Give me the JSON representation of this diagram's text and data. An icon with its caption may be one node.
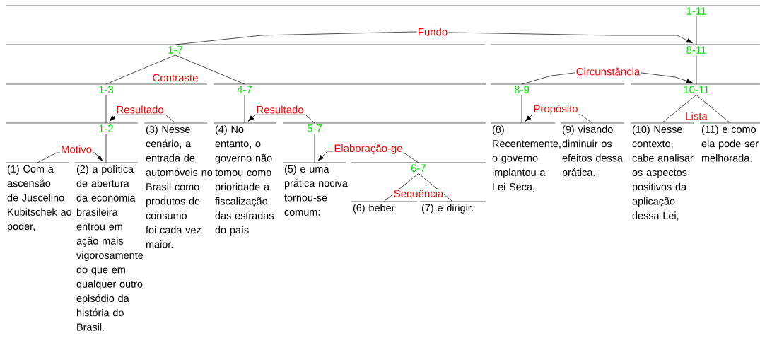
{
  "diagram": {
    "nodes": [
      {
        "text": [
          "1-11"
        ]
      },
      {
        "text": [
          "1-7"
        ]
      },
      {
        "text": [
          "8-11"
        ]
      },
      {
        "text": [
          "1-3"
        ]
      },
      {
        "text": [
          "4-7"
        ]
      },
      {
        "text": [
          "8-9"
        ]
      },
      {
        "text": [
          "10-11"
        ]
      },
      {
        "text": [
          "1-2"
        ]
      },
      {
        "text": [
          "(3) Nesse cenário, a entrada de automóveis no Brasil como produtos de consumo foi cada vez maior."
        ]
      },
      {
        "text": [
          "(4) No entanto, o governo não tomou como prioridade a fiscalização das estradas do país"
        ]
      },
      {
        "text": [
          "5-7"
        ]
      },
      {
        "text": [
          "(8) Recentemente, o governo implantou a Lei Seca,"
        ]
      },
      {
        "text": [
          "(9) visando diminuir os efeitos dessa prática."
        ]
      },
      {
        "text": [
          "(10) Nesse contexto, cabe analisar os aspectos positivos da aplicação dessa Lei,"
        ]
      },
      {
        "text": [
          "(11) e como ela pode ser melhorada."
        ]
      },
      {
        "text": [
          "(1) Com a ascensão de Juscelino Kubitschek ao poder,"
        ]
      },
      {
        "text": [
          "(2) a política de abertura da economia brasileira entrou em ação mais vigorosamente do que em qualquer outro episódio da história do Brasil."
        ]
      },
      {
        "text": [
          "(5) e uma prática nociva tornou-se comum:"
        ]
      },
      {
        "text": [
          "6-7"
        ]
      },
      {
        "text": [
          "(6) beber"
        ]
      },
      {
        "text": [
          "(7) e dirigir."
        ]
      }
    ],
    "edges": [
      {
        "from": 0,
        "to": 2,
        "arrow": "none"
      },
      {
        "from": 1,
        "to": 2,
        "arrow": "to",
        "label": "Fundo"
      },
      {
        "from": 1,
        "to": 3,
        "arrow": "none",
        "label": "Contraste"
      },
      {
        "from": 1,
        "to": 4,
        "arrow": "none"
      },
      {
        "from": 2,
        "to": 6,
        "arrow": "none"
      },
      {
        "from": 5,
        "to": 6,
        "arrow": "to",
        "label": "Circunstância"
      },
      {
        "from": 3,
        "to": 7,
        "arrow": "none"
      },
      {
        "from": 8,
        "to": 7,
        "arrow": "to",
        "label": "Resultado"
      },
      {
        "from": 4,
        "to": 9,
        "arrow": "none"
      },
      {
        "from": 10,
        "to": 9,
        "arrow": "to",
        "label": "Resultado"
      },
      {
        "from": 5,
        "to": 11,
        "arrow": "none"
      },
      {
        "from": 12,
        "to": 11,
        "arrow": "to",
        "label": "Propósito"
      },
      {
        "from": 6,
        "to": 13,
        "arrow": "none",
        "label": "Lista"
      },
      {
        "from": 6,
        "to": 14,
        "arrow": "none"
      },
      {
        "from": 7,
        "to": 16,
        "arrow": "none"
      },
      {
        "from": 15,
        "to": 16,
        "arrow": "to",
        "label": "Motivo"
      },
      {
        "from": 10,
        "to": 17,
        "arrow": "none"
      },
      {
        "from": 18,
        "to": 17,
        "arrow": "to",
        "label": "Elaboração-ge"
      },
      {
        "from": 18,
        "to": 19,
        "arrow": "none",
        "label": "Sequência"
      },
      {
        "from": 18,
        "to": 20,
        "arrow": "none"
      }
    ]
  }
}
